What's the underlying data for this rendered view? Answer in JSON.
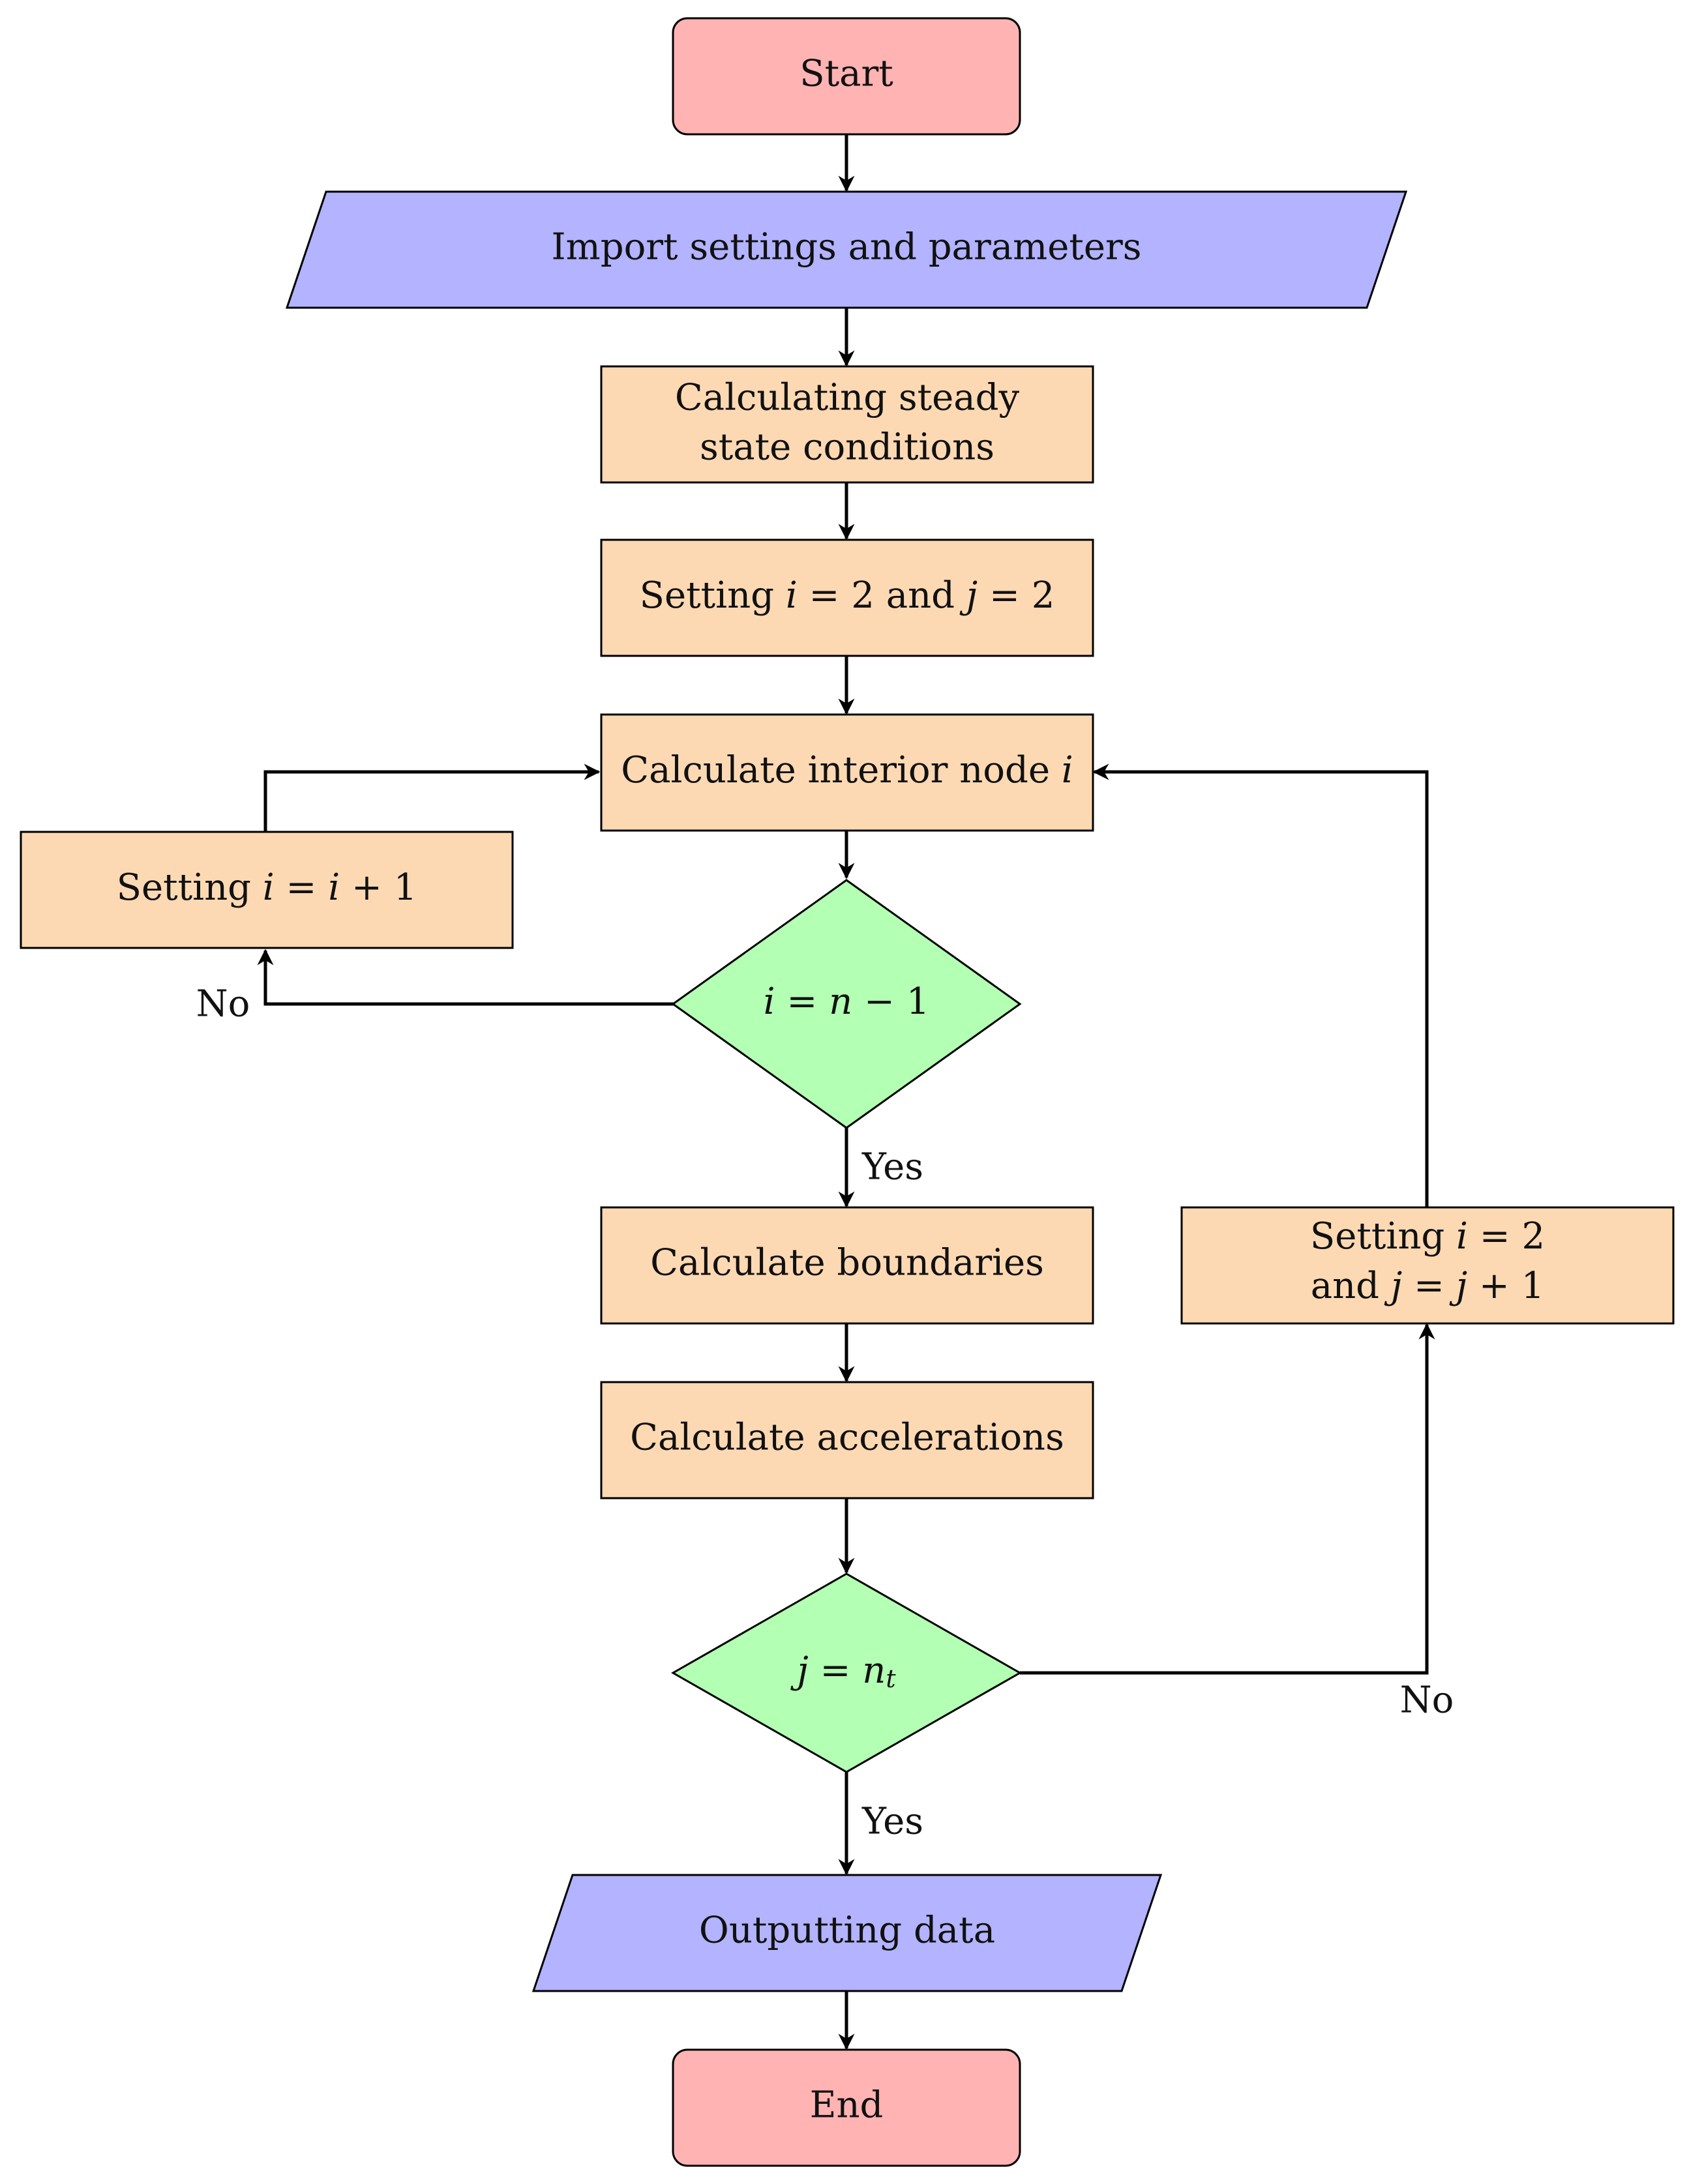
{
  "colors": {
    "terminal": "#FFB3B3",
    "io": "#B3B3FF",
    "process": "#FDD9B3",
    "decision": "#B3FFB3",
    "stroke": "#000000",
    "text": "#111111"
  },
  "nodes": {
    "start": {
      "label": "Start"
    },
    "import": {
      "label": "Import settings and parameters"
    },
    "steady_state": {
      "line1": "Calculating steady",
      "line2": "state conditions"
    },
    "setting_init": {
      "prefix": "Setting ",
      "var_i": "i",
      "eq1": " = 2 and ",
      "var_j": "j",
      "eq2": " = 2"
    },
    "interior_node": {
      "text": "Calculate interior node ",
      "var_i": "i"
    },
    "setting_i_increment": {
      "prefix": "Setting ",
      "var_i": "i",
      "eq": " = ",
      "var_i2": "i",
      "suffix": " + 1"
    },
    "decision_i": {
      "var_i": "i",
      "eq": " = ",
      "var_n": "n",
      "suffix": " − 1"
    },
    "boundaries": {
      "label": "Calculate boundaries"
    },
    "accelerations": {
      "label": "Calculate accelerations"
    },
    "decision_j": {
      "var_j": "j",
      "eq": " = ",
      "var_n": "n",
      "sub_t": "t"
    },
    "setting_reset": {
      "line1_prefix": "Setting ",
      "line1_var": "i",
      "line1_eq": " = 2",
      "line2_prefix": "and ",
      "line2_var": "j",
      "line2_eq": " = ",
      "line2_var2": "j",
      "line2_suffix": " + 1"
    },
    "output": {
      "label": "Outputting data"
    },
    "end": {
      "label": "End"
    }
  },
  "edge_labels": {
    "decision_i_no": "No",
    "decision_i_yes": "Yes",
    "decision_j_no": "No",
    "decision_j_yes": "Yes"
  }
}
